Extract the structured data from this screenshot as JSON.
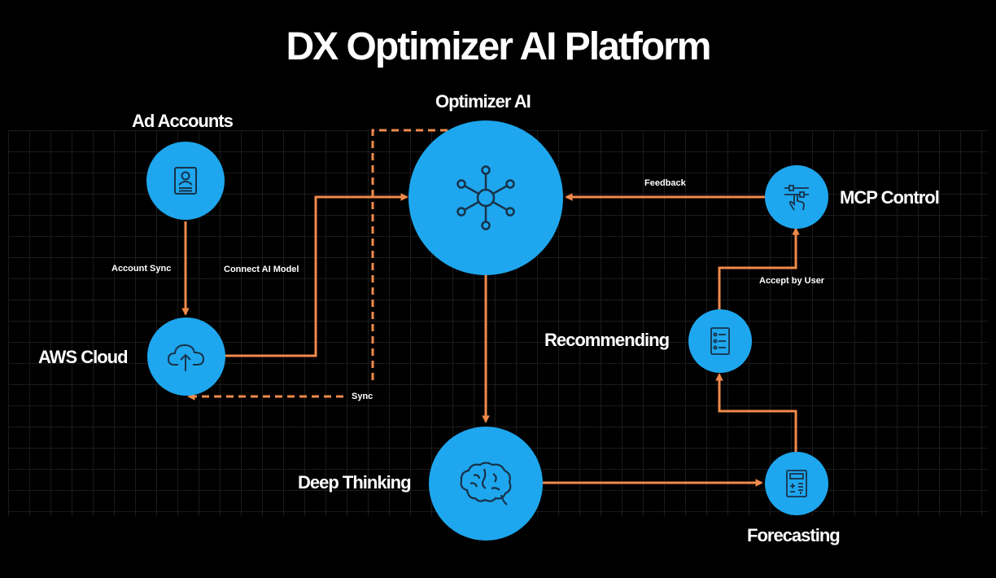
{
  "title": "DX Optimizer AI Platform",
  "colors": {
    "background": "#000000",
    "node_fill": "#1ea7ee",
    "connector": "#f08a4b",
    "icon_stroke": "#17324a",
    "text": "#ffffff"
  },
  "nodes": {
    "ad_accounts": {
      "label": "Ad Accounts",
      "icon": "id-card-icon"
    },
    "aws_cloud": {
      "label": "AWS Cloud",
      "icon": "cloud-upload-icon"
    },
    "optimizer_ai": {
      "label": "Optimizer AI",
      "icon": "network-hub-icon"
    },
    "mcp_control": {
      "label": "MCP Control",
      "icon": "hand-sliders-icon"
    },
    "recommending": {
      "label": "Recommending",
      "icon": "checklist-icon"
    },
    "deep_thinking": {
      "label": "Deep Thinking",
      "icon": "brain-icon"
    },
    "forecasting": {
      "label": "Forecasting",
      "icon": "calculator-icon"
    }
  },
  "edges": {
    "account_sync": "Account Sync",
    "connect_ai_model": "Connect AI Model",
    "sync": "Sync",
    "feedback": "Feedback",
    "accept_by_user": "Accept by User"
  }
}
